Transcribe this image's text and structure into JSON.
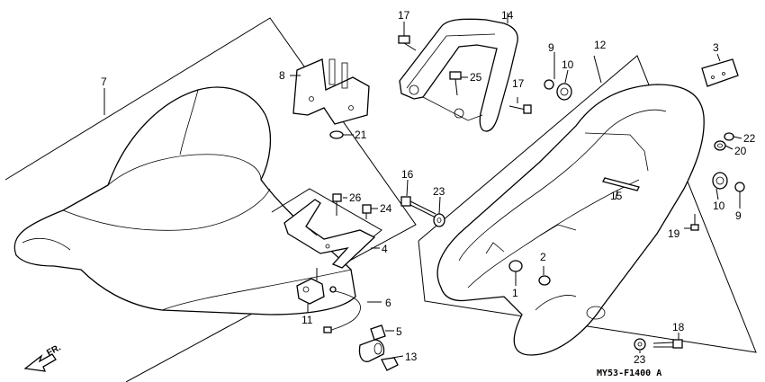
{
  "diagram": {
    "code": "MY53-F1400 A",
    "direction_label": "FR.",
    "callouts": {
      "c7": "7",
      "c8": "8",
      "c21": "21",
      "c17a": "17",
      "c14": "14",
      "c25": "25",
      "c17b": "17",
      "c9a": "9",
      "c10a": "10",
      "c12": "12",
      "c3": "3",
      "c22": "22",
      "c20": "20",
      "c10b": "10",
      "c9b": "9",
      "c15": "15",
      "c19": "19",
      "c16": "16",
      "c23a": "23",
      "c26": "26",
      "c24": "24",
      "c4": "4",
      "c6": "6",
      "c11": "11",
      "c5": "5",
      "c13": "13",
      "c1": "1",
      "c2": "2",
      "c18": "18",
      "c23b": "23"
    }
  }
}
